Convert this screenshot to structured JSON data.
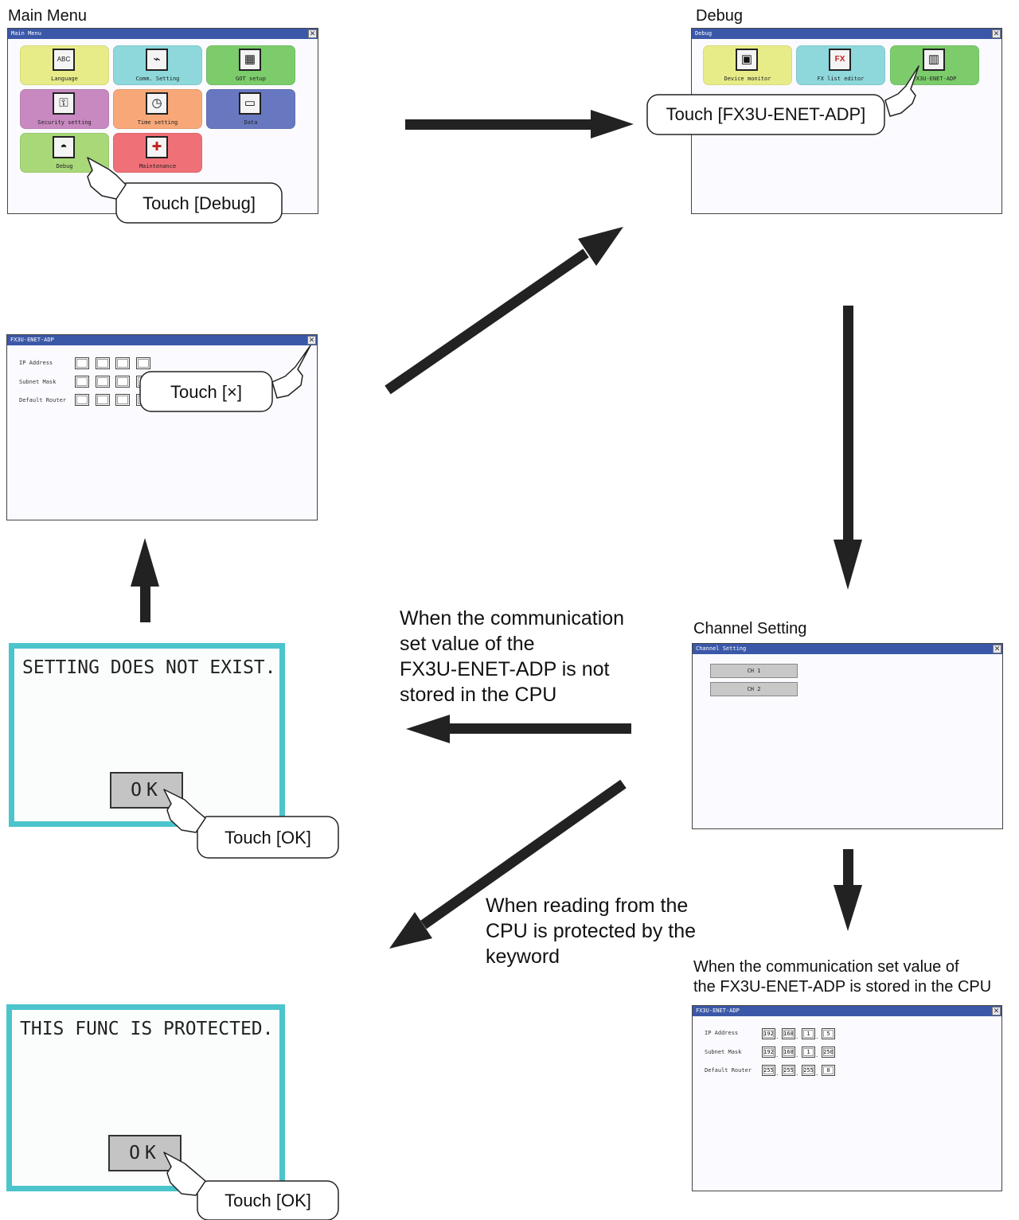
{
  "captions": {
    "main_menu": "Main Menu",
    "debug": "Debug",
    "channel_setting": "Channel Setting",
    "stored_note": "When the communication set value of\nthe FX3U-ENET-ADP is stored in the CPU",
    "not_stored_note": "When the communication\nset value of the\nFX3U-ENET-ADP is not\nstored in the CPU",
    "protected_note": "When reading from the\nCPU is protected by the\nkeyword"
  },
  "callouts": {
    "touch_debug": "Touch [Debug]",
    "touch_fx3u": "Touch [FX3U-ENET-ADP]",
    "touch_x": "Touch [×]",
    "touch_ok_1": "Touch [OK]",
    "touch_ok_2": "Touch [OK]"
  },
  "main_menu_screen": {
    "title": "Main Menu",
    "tiles": [
      {
        "label": "Language",
        "icon": "language-icon",
        "glyph": "ABC",
        "color": "#e8ec88"
      },
      {
        "label": "Comm. Setting",
        "icon": "comm-setting-icon",
        "glyph": "⌁",
        "color": "#8ed8dc"
      },
      {
        "label": "GOT setup",
        "icon": "got-setup-icon",
        "glyph": "▦",
        "color": "#7ccc6c"
      },
      {
        "label": "Security setting",
        "icon": "key-icon",
        "glyph": "⚿",
        "color": "#c888c0"
      },
      {
        "label": "Time setting",
        "icon": "clock-icon",
        "glyph": "◷",
        "color": "#f8a878"
      },
      {
        "label": "Data",
        "icon": "folder-icon",
        "glyph": "▭",
        "color": "#6878c0"
      },
      {
        "label": "Debug",
        "icon": "debug-icon",
        "glyph": "◓",
        "color": "#a8d878"
      },
      {
        "label": "Maintenance",
        "icon": "maintenance-icon",
        "glyph": "✚",
        "color": "#f07078"
      }
    ]
  },
  "debug_screen": {
    "title": "Debug",
    "tiles": [
      {
        "label": "Device monitor",
        "icon": "device-monitor-icon",
        "glyph": "▣",
        "color": "#e8ec88"
      },
      {
        "label": "FX list editor",
        "icon": "fx-list-editor-icon",
        "glyph": "FX",
        "color": "#8ed8dc"
      },
      {
        "label": "FX3U-ENET-ADP",
        "icon": "fx3u-enet-adp-icon",
        "glyph": "▥",
        "color": "#7ccc6c"
      }
    ]
  },
  "fx_screen_empty": {
    "title": "FX3U-ENET-ADP",
    "labels": [
      "IP Address",
      "Subnet Mask",
      "Default Router"
    ]
  },
  "channel_screen": {
    "title": "Channel Setting",
    "buttons": [
      "CH 1",
      "CH 2"
    ]
  },
  "fx_screen_stored": {
    "title": "FX3U-ENET-ADP",
    "labels": [
      "IP Address",
      "Subnet Mask",
      "Default Router"
    ],
    "ip": [
      "192",
      "168",
      "1",
      "5"
    ],
    "subnet": [
      "192",
      "168",
      "1",
      "250"
    ],
    "router": [
      "255",
      "255",
      "255",
      "0"
    ]
  },
  "dialog_not_exist": {
    "message": "SETTING DOES NOT EXIST.",
    "ok": "OK"
  },
  "dialog_protected": {
    "message": "THIS FUNC IS PROTECTED.",
    "ok": "OK"
  }
}
